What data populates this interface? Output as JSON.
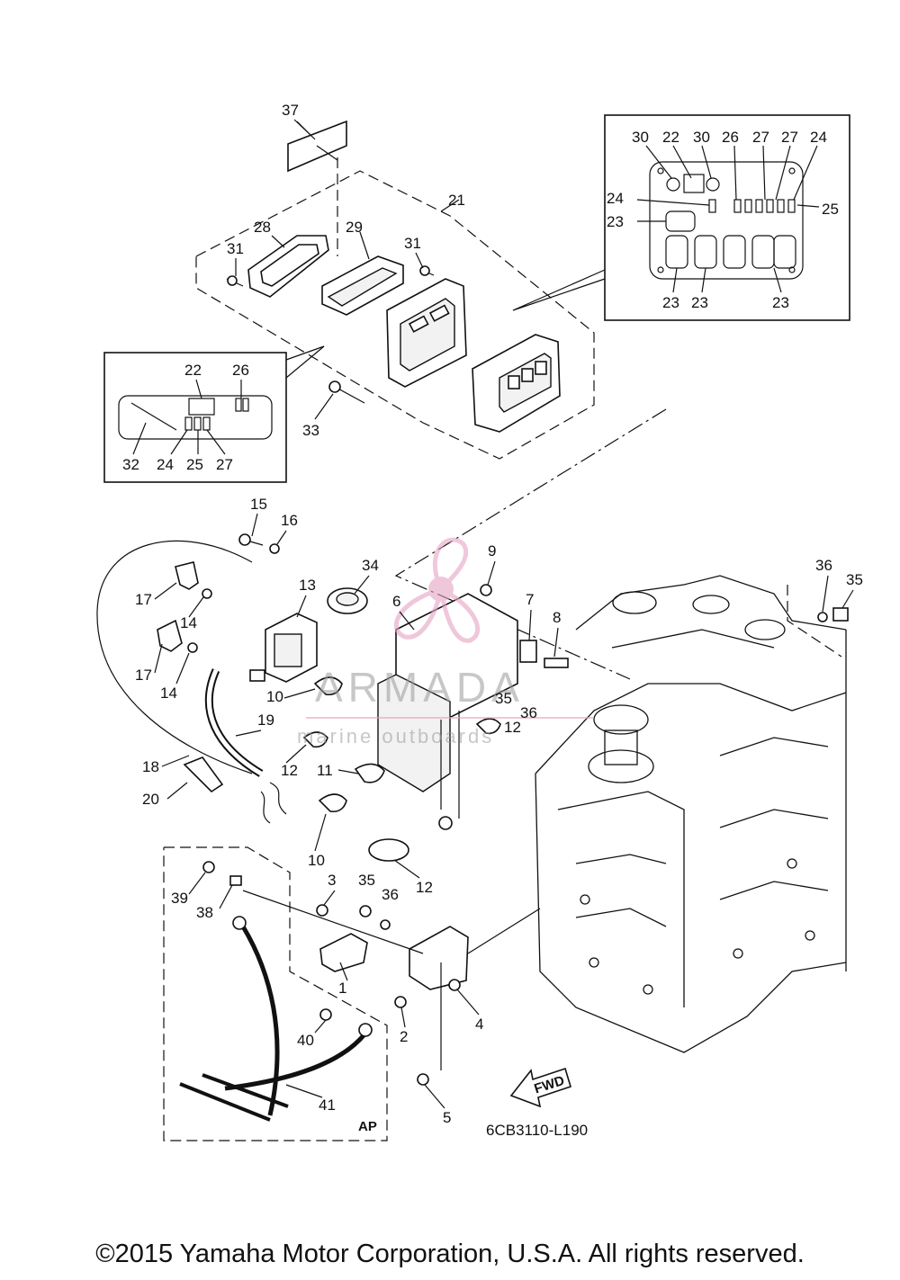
{
  "diagram_code": "6CB3110-L190",
  "fwd_label": "FWD",
  "ap_label": "AP",
  "watermark": {
    "brand": "ARMADA",
    "tagline": "marine outboards",
    "brand_color": "#e6a3c4"
  },
  "copyright": "©2015 Yamaha Motor Corporation, U.S.A. All rights reserved.",
  "callouts": {
    "c37": "37",
    "c21": "21",
    "c28": "28",
    "c29": "29",
    "c31a": "31",
    "c31b": "31",
    "c33": "33",
    "d30a": "30",
    "d22": "22",
    "d30b": "30",
    "d26": "26",
    "d27a": "27",
    "d27b": "27",
    "d24a": "24",
    "d24b": "24",
    "d25": "25",
    "d23a": "23",
    "d23b": "23",
    "d23c": "23",
    "d23d": "23",
    "e22": "22",
    "e26": "26",
    "e32": "32",
    "e24": "24",
    "e25": "25",
    "e27": "27",
    "c15": "15",
    "c16": "16",
    "c17a": "17",
    "c17b": "17",
    "c14a": "14",
    "c14b": "14",
    "c13": "13",
    "c34": "34",
    "c6": "6",
    "c9": "9",
    "c7": "7",
    "c8": "8",
    "c35a": "35",
    "c36a": "36",
    "c10a": "10",
    "c10b": "10",
    "c12a": "12",
    "c12b": "12",
    "c12c": "12",
    "c11": "11",
    "c19": "19",
    "c18": "18",
    "c20": "20",
    "c36b": "36",
    "c35b": "35",
    "c39": "39",
    "c38": "38",
    "c3": "3",
    "c35c": "35",
    "c36c": "36",
    "c1": "1",
    "c2": "2",
    "c4": "4",
    "c40": "40",
    "c41": "41",
    "c5": "5"
  }
}
